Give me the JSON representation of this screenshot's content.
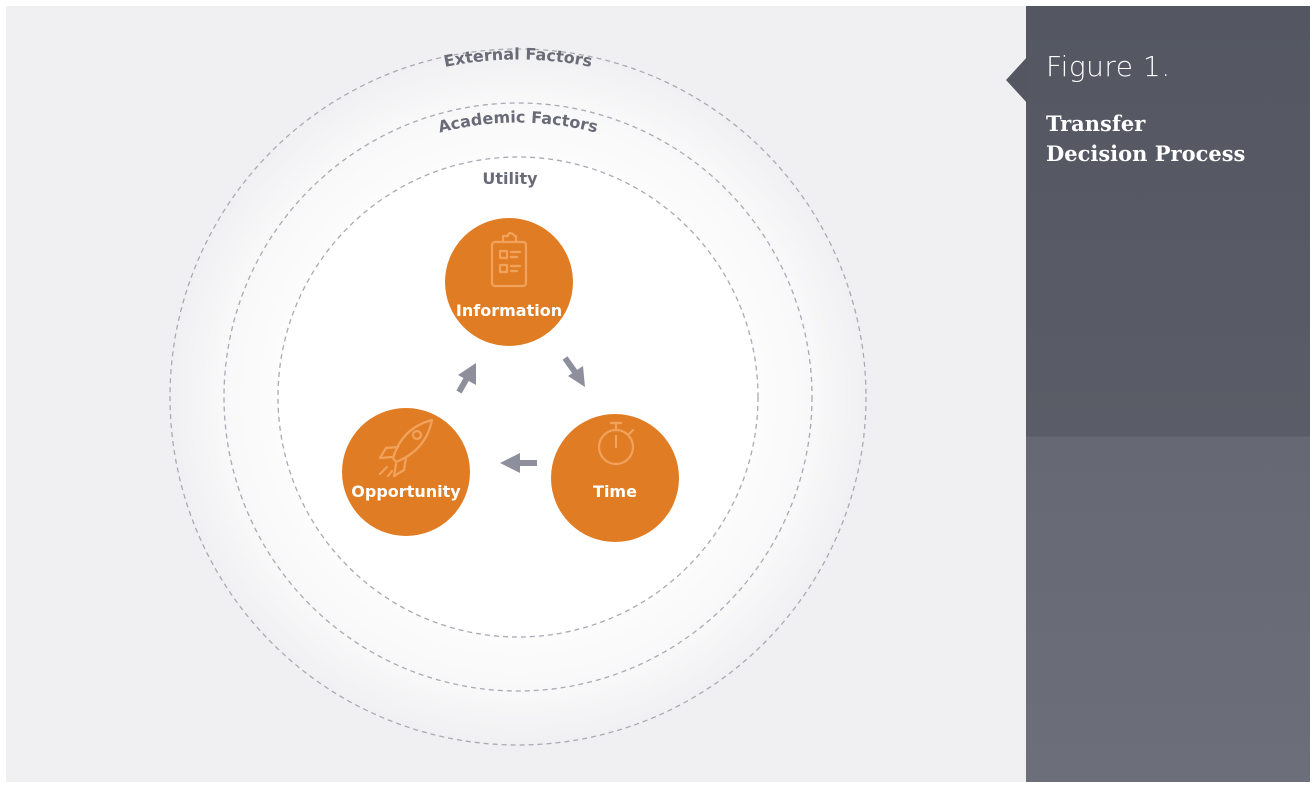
{
  "figure": {
    "label": "Figure 1.",
    "title_lines": [
      "Transfer",
      "Decision Process"
    ]
  },
  "rings": {
    "outer": "External Factors",
    "middle": "Academic Factors",
    "inner": "Utility"
  },
  "nodes": {
    "information": {
      "label": "Information",
      "icon": "clipboard-icon"
    },
    "time": {
      "label": "Time",
      "icon": "stopwatch-icon"
    },
    "opportunity": {
      "label": "Opportunity",
      "icon": "rocket-icon"
    }
  },
  "colors": {
    "background": "#f0f0f2",
    "node_fill": "#e07d24",
    "node_icon": "#f1a25c",
    "arrow": "#8e8f9c",
    "ring_text": "#6a6b78",
    "panel": "#545762",
    "panel_text": "#ffffff"
  }
}
